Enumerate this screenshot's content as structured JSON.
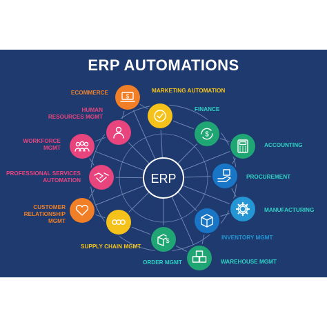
{
  "title": "ERP AUTOMATIONS",
  "hub": {
    "label": "ERP",
    "color": "#1f3a6e",
    "border": "#ffffff"
  },
  "colors": {
    "background": "#1f3a6e",
    "line": "#6e86b4",
    "page": "#ffffff"
  },
  "nodes": [
    {
      "key": "ecommerce",
      "label": "ECOMMERCE",
      "color": "#f07f28",
      "label_color": "#f07f28",
      "icon": "laptop-dollar-icon"
    },
    {
      "key": "marketing",
      "label": "MARKETING AUTOMATION",
      "color": "#f4c21a",
      "label_color": "#f4c21a",
      "icon": "check-circle-icon"
    },
    {
      "key": "finance",
      "label": "FINANCE",
      "color": "#20a574",
      "label_color": "#2fd1c6",
      "icon": "dollar-cycle-icon"
    },
    {
      "key": "accounting",
      "label": "ACCOUNTING",
      "color": "#20a574",
      "label_color": "#2fd1c6",
      "icon": "calculator-icon"
    },
    {
      "key": "procurement",
      "label": "PROCUREMENT",
      "color": "#1976c7",
      "label_color": "#2fd1c6",
      "icon": "hand-box-icon"
    },
    {
      "key": "manufacturing",
      "label": "MANUFACTURING",
      "color": "#2595d4",
      "label_color": "#2fd1c6",
      "icon": "gear-icon"
    },
    {
      "key": "inventory",
      "label": "INVENTORY MGMT",
      "color": "#1976c7",
      "label_color": "#2595d4",
      "icon": "cube-icon"
    },
    {
      "key": "warehouse",
      "label": "WAREHOUSE MGMT",
      "color": "#20a574",
      "label_color": "#2fd1c6",
      "icon": "stacked-boxes-icon"
    },
    {
      "key": "order",
      "label": "ORDER MGMT",
      "color": "#20a574",
      "label_color": "#2fd1c6",
      "icon": "package-dollar-icon"
    },
    {
      "key": "supply",
      "label": "SUPPLY CHAIN MGMT",
      "color": "#f4c21a",
      "label_color": "#f4c21a",
      "icon": "chain-icon"
    },
    {
      "key": "crm",
      "label": "CUSTOMER\nRELATIONSHIP\nMGMT",
      "color": "#f07f28",
      "label_color": "#f07f28",
      "icon": "heart-icon"
    },
    {
      "key": "professional",
      "label": "PROFESSIONAL SERVICES\nAUTOMATION",
      "color": "#e8447e",
      "label_color": "#e8447e",
      "icon": "handshake-icon"
    },
    {
      "key": "workforce",
      "label": "WORKFORCE\nMGMT",
      "color": "#e8447e",
      "label_color": "#e8447e",
      "icon": "team-icon"
    },
    {
      "key": "hr",
      "label": "HUMAN\nRESOURCES MGMT",
      "color": "#e8447e",
      "label_color": "#e8447e",
      "icon": "person-icon"
    }
  ]
}
